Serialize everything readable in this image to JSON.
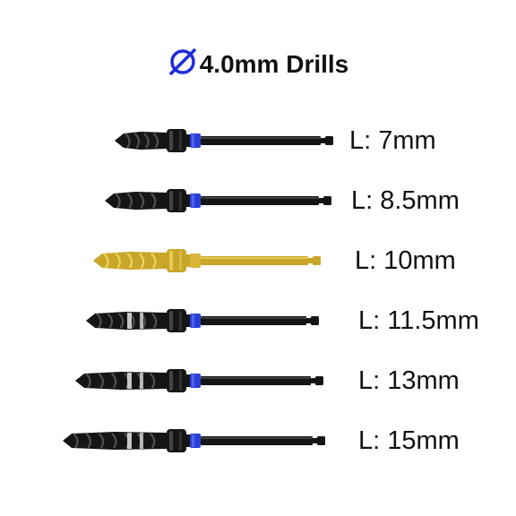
{
  "title": {
    "symbol": "Ø",
    "text": "4.0mm Drills",
    "symbol_color": "#1f2bd8"
  },
  "drills": [
    {
      "label": "L: 7mm",
      "length_mm": 7,
      "color": "black"
    },
    {
      "label": "L: 8.5mm",
      "length_mm": 8.5,
      "color": "black"
    },
    {
      "label": "L: 10mm",
      "length_mm": 10,
      "color": "gold"
    },
    {
      "label": "L: 11.5mm",
      "length_mm": 11.5,
      "color": "black"
    },
    {
      "label": "L: 13mm",
      "length_mm": 13,
      "color": "black"
    },
    {
      "label": "L: 15mm",
      "length_mm": 15,
      "color": "black"
    }
  ],
  "colors": {
    "band": "#2a3fd6",
    "black_body": "#151515",
    "gold_body": "#c9a62a"
  }
}
